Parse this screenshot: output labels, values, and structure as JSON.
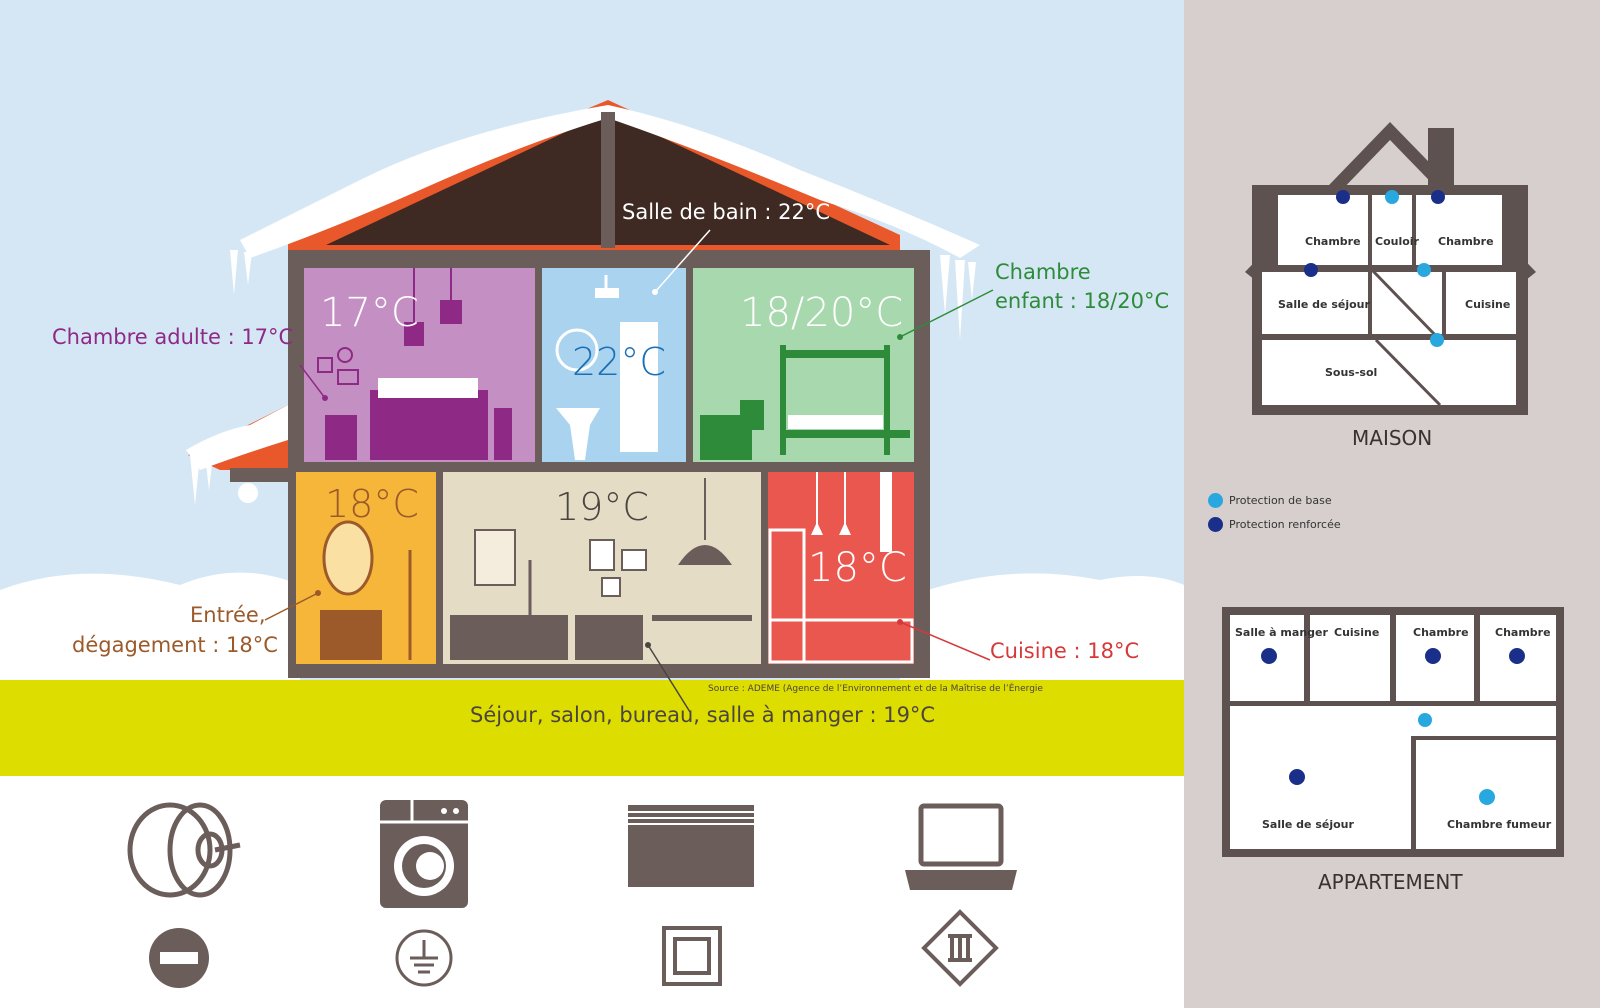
{
  "colors": {
    "sky": "#d5e7f4",
    "ground": "#dedd00",
    "house_outline": "#6b5d5a",
    "roof_dark": "#3e2a22",
    "roof_orange": "#e8582a",
    "right_panel": "#d6cfce",
    "chambre_adulte": "#8e2a86",
    "salle_de_bain": "#1b6fb5",
    "chambre_enfant": "#2e8b3a",
    "entree": "#9c5a2a",
    "sejour": "#4a4540",
    "cuisine": "#d6393a",
    "protection_base": "#29a8e0",
    "protection_renforcee": "#1a2f8a"
  },
  "house": {
    "rooms": {
      "chambre_adulte_temp": "17°C",
      "salle_de_bain_temp": "22°C",
      "chambre_enfant_temp": "18/20°C",
      "entree_temp": "18°C",
      "sejour_temp": "19°C",
      "cuisine_temp": "18°C"
    },
    "labels": {
      "chambre_adulte": "Chambre adulte : 17°C",
      "salle_de_bain": "Salle de bain : 22°C",
      "chambre_enfant_l1": "Chambre",
      "chambre_enfant_l2": "enfant : 18/20°C",
      "entree_l1": "Entrée,",
      "entree_l2": "dégagement : 18°C",
      "cuisine": "Cuisine : 18°C",
      "sejour": "Séjour, salon, bureau, salle à manger : 19°C"
    },
    "source": "Source : ADEME (Agence de l’Environnement et de la Maîtrise de l’Énergie"
  },
  "maison_plan": {
    "title": "MAISON",
    "rooms": [
      "Chambre",
      "Couloir",
      "Chambre",
      "Salle de séjour",
      "Cuisine",
      "Sous-sol"
    ]
  },
  "legend": {
    "items": [
      {
        "label": "Protection de base"
      },
      {
        "label": "Protection renforcée"
      }
    ]
  },
  "appartement_plan": {
    "title": "APPARTEMENT",
    "rooms": [
      "Salle à manger",
      "Cuisine",
      "Chambre",
      "Chambre",
      "Salle de séjour",
      "Chambre fumeur"
    ]
  },
  "icons": [
    "heating-dial-icon",
    "washing-machine-icon",
    "radiator-icon",
    "laptop-icon",
    "no-entry-class0-icon",
    "earth-ground-icon",
    "double-insulation-icon",
    "class3-appliance-icon"
  ]
}
